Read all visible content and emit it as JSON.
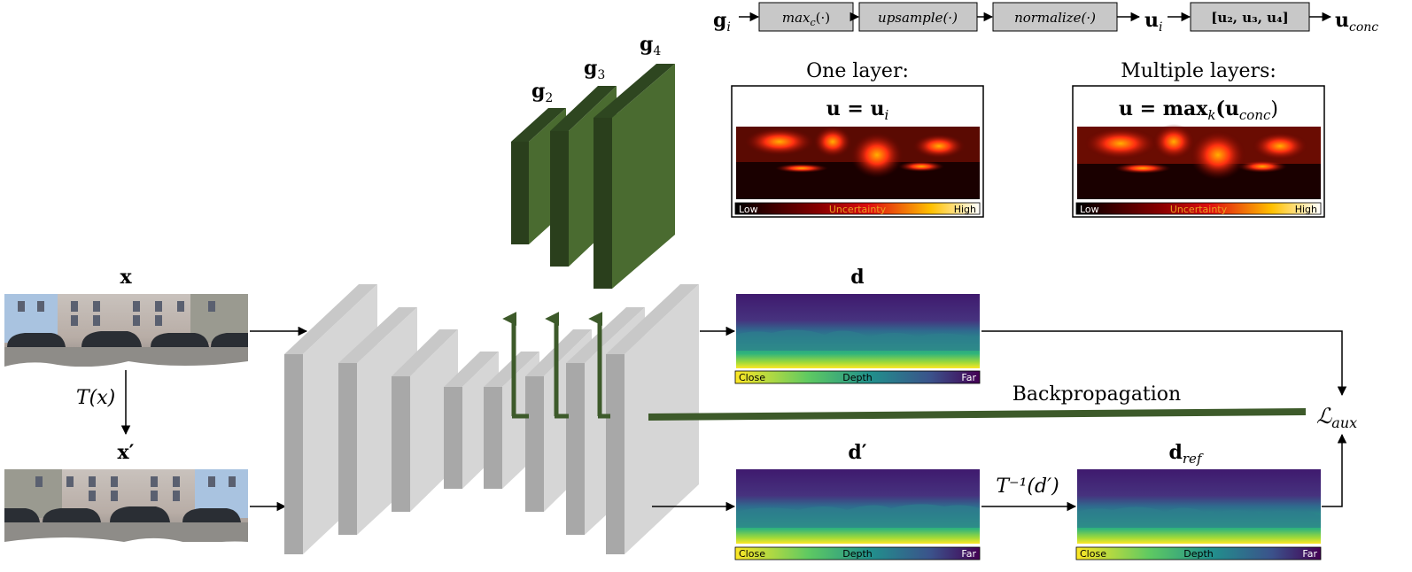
{
  "pipeline": {
    "input_feature": {
      "base": "g",
      "sub": "i"
    },
    "steps": [
      "max",
      "upsample(·)",
      "normalize(·)"
    ],
    "max_sub": "c",
    "max_arg": "(·)",
    "per_layer": {
      "base": "u",
      "sub": "i"
    },
    "concat_box": "[u₂, u₃, u₄]",
    "output": {
      "base": "u",
      "sub": "conc"
    }
  },
  "features": [
    {
      "base": "g",
      "sub": "2"
    },
    {
      "base": "g",
      "sub": "3"
    },
    {
      "base": "g",
      "sub": "4"
    }
  ],
  "uncertainty_panels": [
    {
      "caption": "One layer:",
      "eq_lhs": "u = u",
      "eq_sub": "i",
      "eq_rest": "",
      "bar": {
        "low": "Low",
        "mid": "Uncertainty",
        "high": "High"
      }
    },
    {
      "caption": "Multiple layers:",
      "eq_lhs": "u = max",
      "eq_sub": "k",
      "eq_rest": "(u",
      "eq_sub2": "conc",
      "eq_close": ")",
      "bar": {
        "low": "Low",
        "mid": "Uncertainty",
        "high": "High"
      }
    }
  ],
  "inputs": {
    "x": "x",
    "x_prime": "x′",
    "transform": "T(x)"
  },
  "depth": {
    "d": "d",
    "d_prime": "d′",
    "inverse": "T⁻¹(d′)",
    "d_ref": {
      "base": "d",
      "sub": "ref"
    },
    "bar": {
      "close": "Close",
      "mid": "Depth",
      "far": "Far"
    }
  },
  "loss": {
    "base": "ℒ",
    "sub": "aux"
  },
  "backprop_label": "Backpropagation",
  "colors": {
    "feature_green": "#3d5a2a",
    "feature_green_dark": "#2a3f1c",
    "layer_gray": "#d3d3d3",
    "layer_gray_dark": "#a8a8a8",
    "box_gray": "#c8c8c8"
  }
}
